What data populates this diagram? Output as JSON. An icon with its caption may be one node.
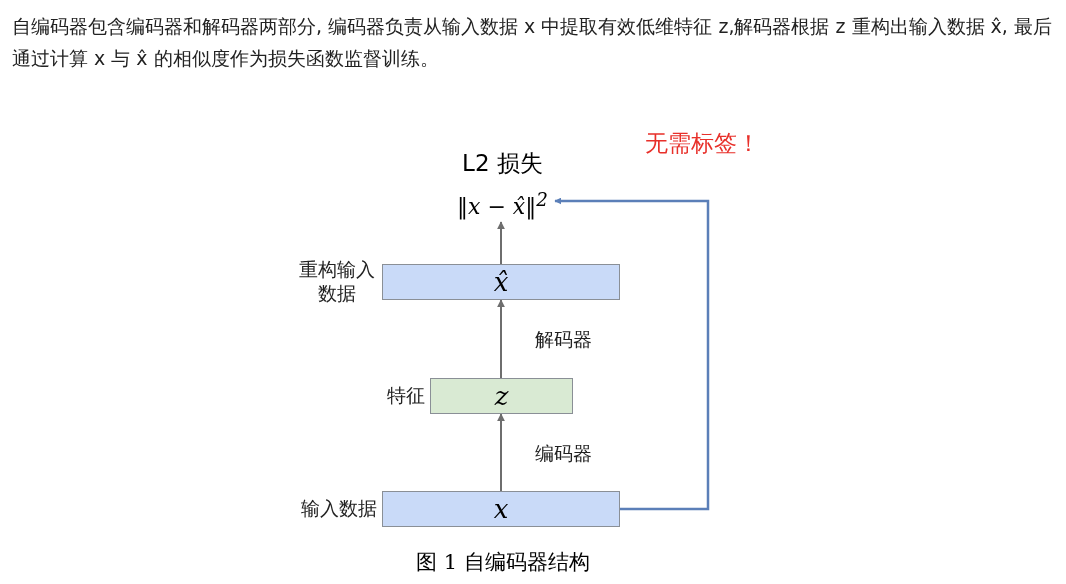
{
  "diagram": {
    "caption": "图 1 自编码器结构",
    "nodes": [
      {
        "text": [
          "x"
        ],
        "beside": [
          "输入数据"
        ]
      },
      {
        "text": [
          "z"
        ],
        "beside": [
          "特征"
        ]
      },
      {
        "text": [
          "x̂"
        ],
        "beside": [
          "重构输入数据"
        ]
      },
      {
        "text": [
          "L2 损失",
          "‖x − x̂‖$^{2}$"
        ]
      }
    ],
    "edges": [
      {
        "from": 0,
        "to": 1,
        "arrow": "to",
        "label": "编码器"
      },
      {
        "from": 1,
        "to": 2,
        "arrow": "to",
        "label": "解码器"
      },
      {
        "from": 2,
        "to": 3,
        "arrow": "to"
      },
      {
        "from": 0,
        "to": 3,
        "arrow": "to",
        "color": "#5b7fb8"
      }
    ],
    "labels": [
      "自编码器包含编码器和解码器两部分, 编码器负责从输入数据 x 中提取有效低维特征 z,解码器根据 z 重构出输入数据 x̂, 最后通过计算 x 与 x̂ 的相似度作为损失函数监督训练。",
      "无需标签！"
    ]
  }
}
